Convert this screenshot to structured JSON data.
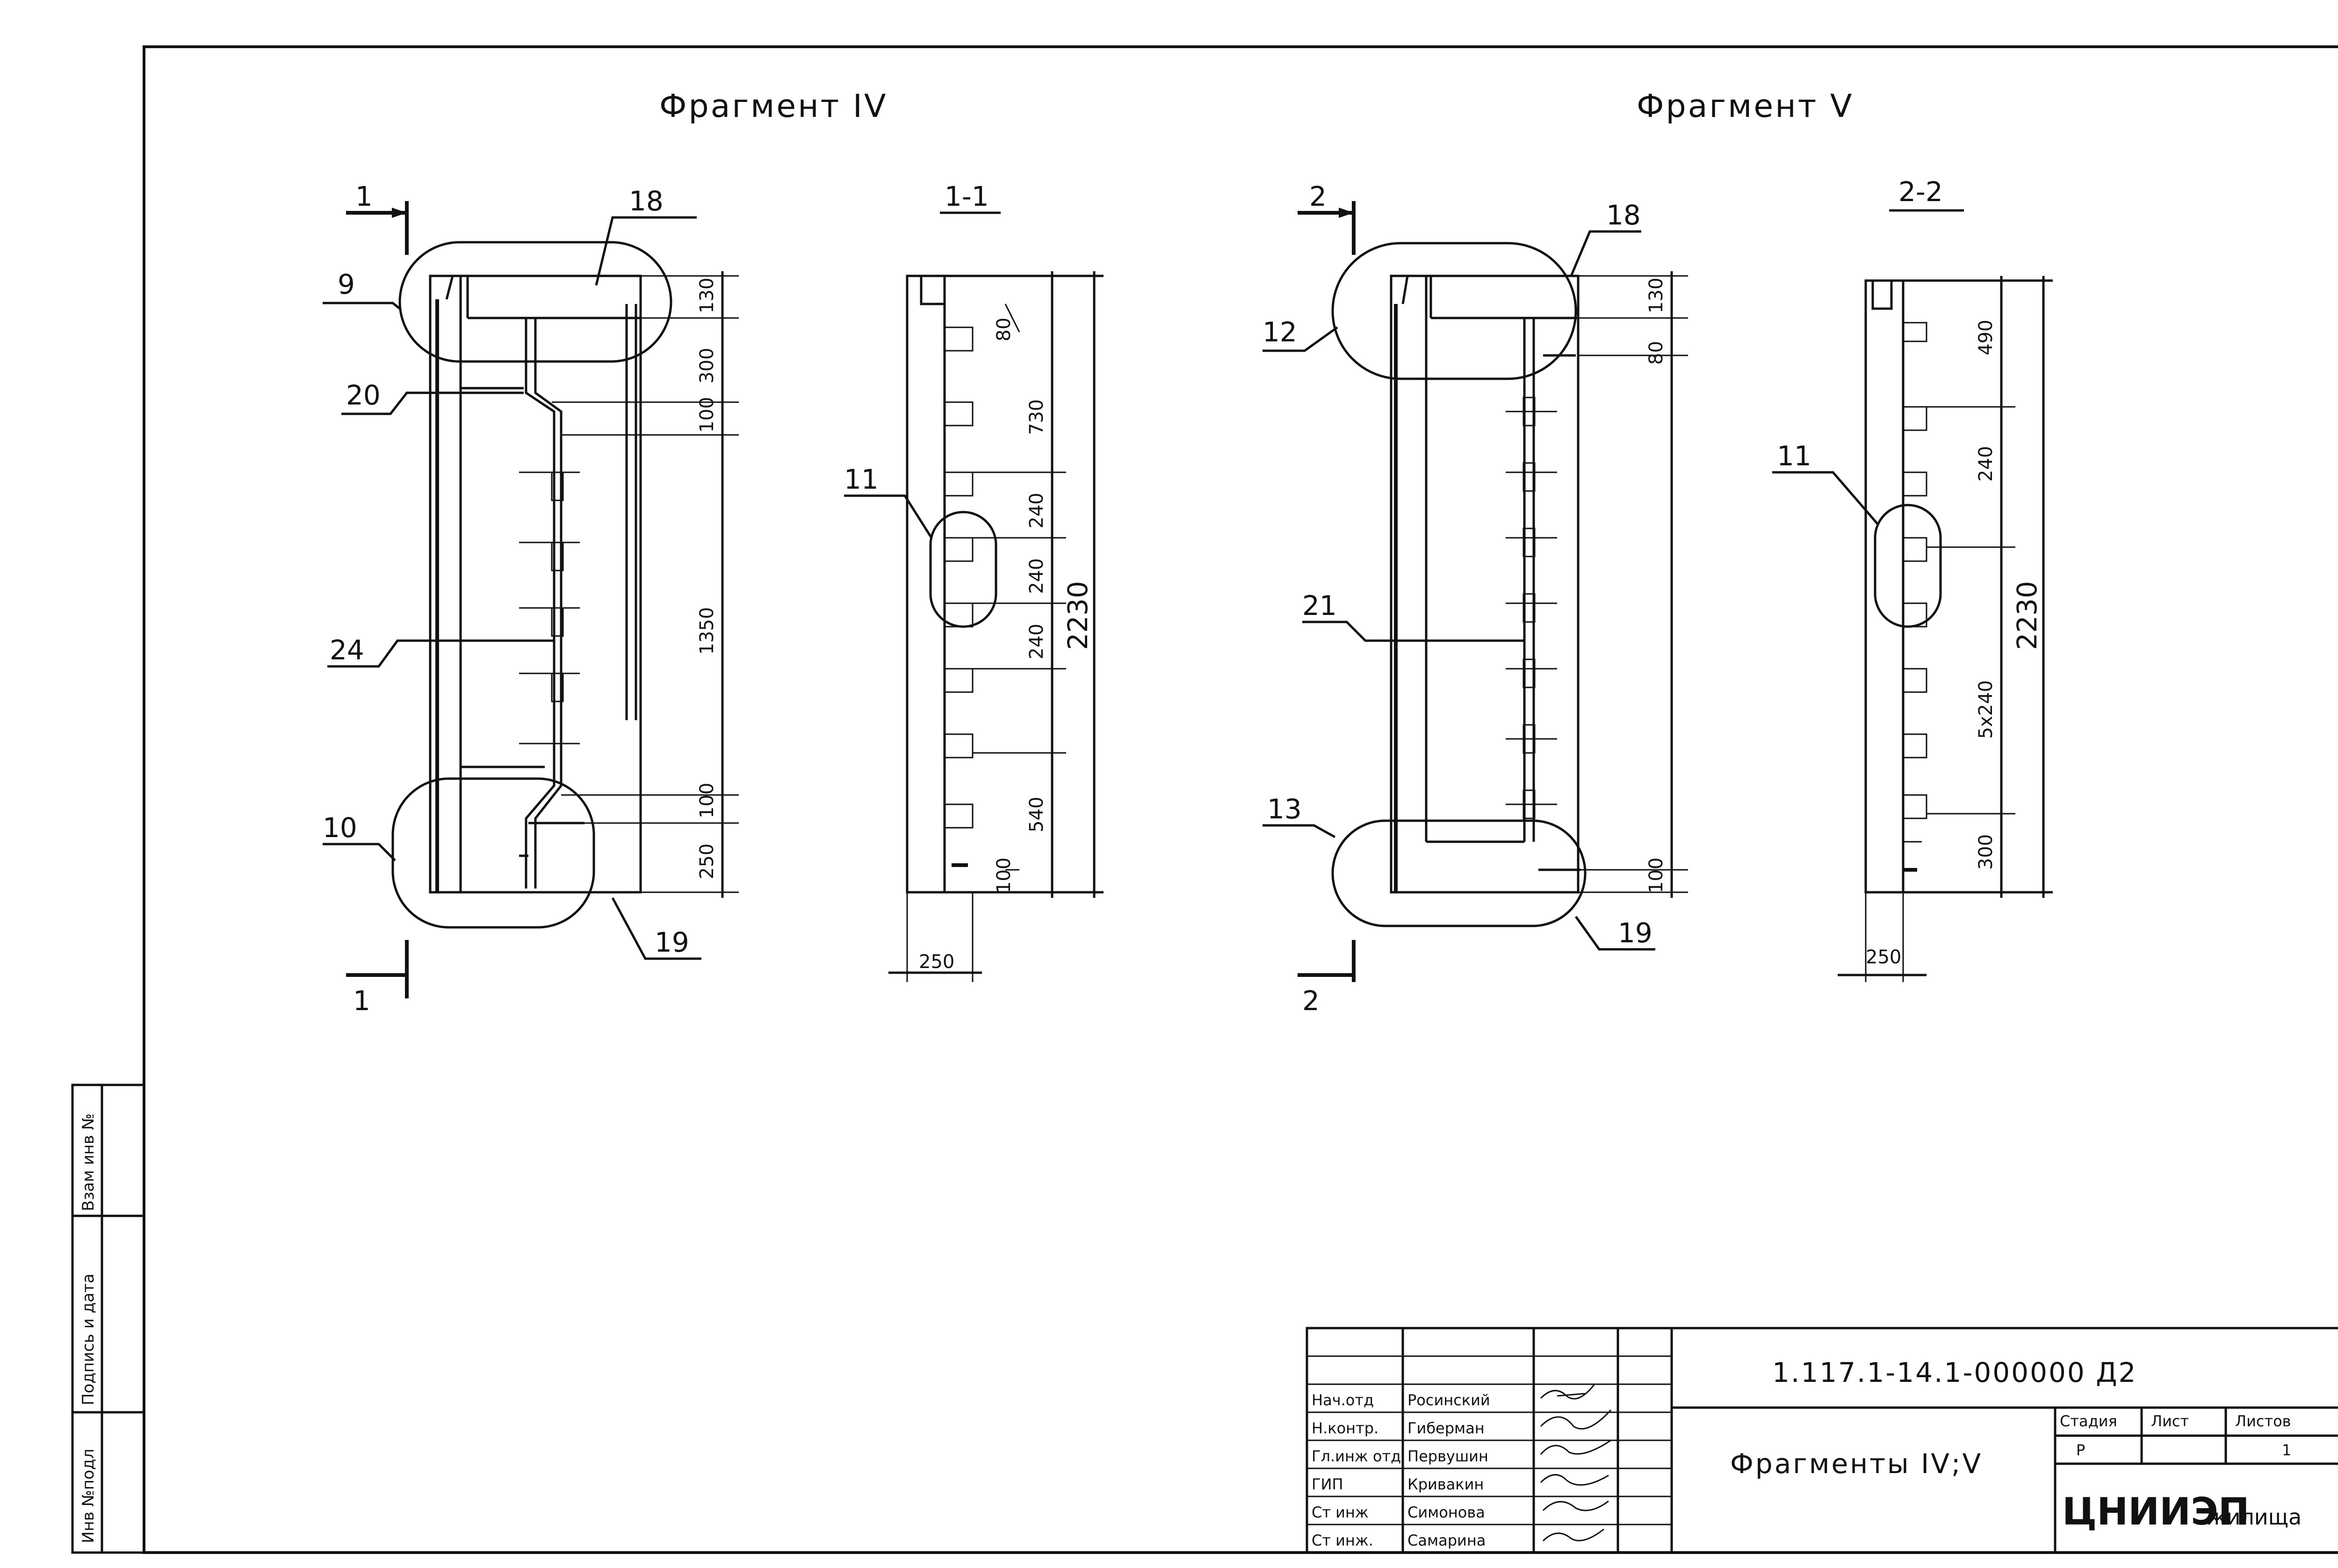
{
  "fragments": [
    {
      "title": "Фрагмент IV",
      "section_mark": "1",
      "section_title": "1-1",
      "callouts": [
        "9",
        "18",
        "20",
        "24",
        "10",
        "19"
      ],
      "elev_dims": [
        "130",
        "300",
        "100",
        "1350",
        "100",
        "250"
      ],
      "section_dims": [
        "80",
        "730",
        "240",
        "240",
        "240",
        "540",
        "100"
      ],
      "section_total": "2230",
      "section_width": "250",
      "section_callout": "11"
    },
    {
      "title": "Фрагмент V",
      "section_mark": "2",
      "section_title": "2-2",
      "callouts": [
        "12",
        "18",
        "21",
        "13",
        "19"
      ],
      "elev_dims": [
        "130",
        "80",
        "100"
      ],
      "section_dims": [
        "490",
        "240",
        "5x240",
        "300"
      ],
      "section_total": "2230",
      "section_width": "250",
      "section_callout": "11"
    }
  ],
  "side_stamp": [
    "Инв №подл",
    "Подпись и дата",
    "Взам инв №"
  ],
  "title_block": {
    "signers": [
      {
        "role": "Нач.отд",
        "name": "Росинский"
      },
      {
        "role": "Н.контр.",
        "name": "Гиберман"
      },
      {
        "role": "Гл.инж отд",
        "name": "Первушин"
      },
      {
        "role": "ГИП",
        "name": "Кривакин"
      },
      {
        "role": "Ст инж",
        "name": "Симонова"
      },
      {
        "role": "Ст инж.",
        "name": "Самарина"
      }
    ],
    "doc_code": "1.117.1-14.1-000000 Д2",
    "sheet_name": "Фрагменты IV;V",
    "stage_header": "Стадия",
    "sheet_header": "Лист",
    "sheets_header": "Листов",
    "stage_value": "Р",
    "sheet_value": "",
    "sheets_value": "1",
    "org_main": "ЦНИИЭП",
    "org_suffix": "жилища"
  }
}
